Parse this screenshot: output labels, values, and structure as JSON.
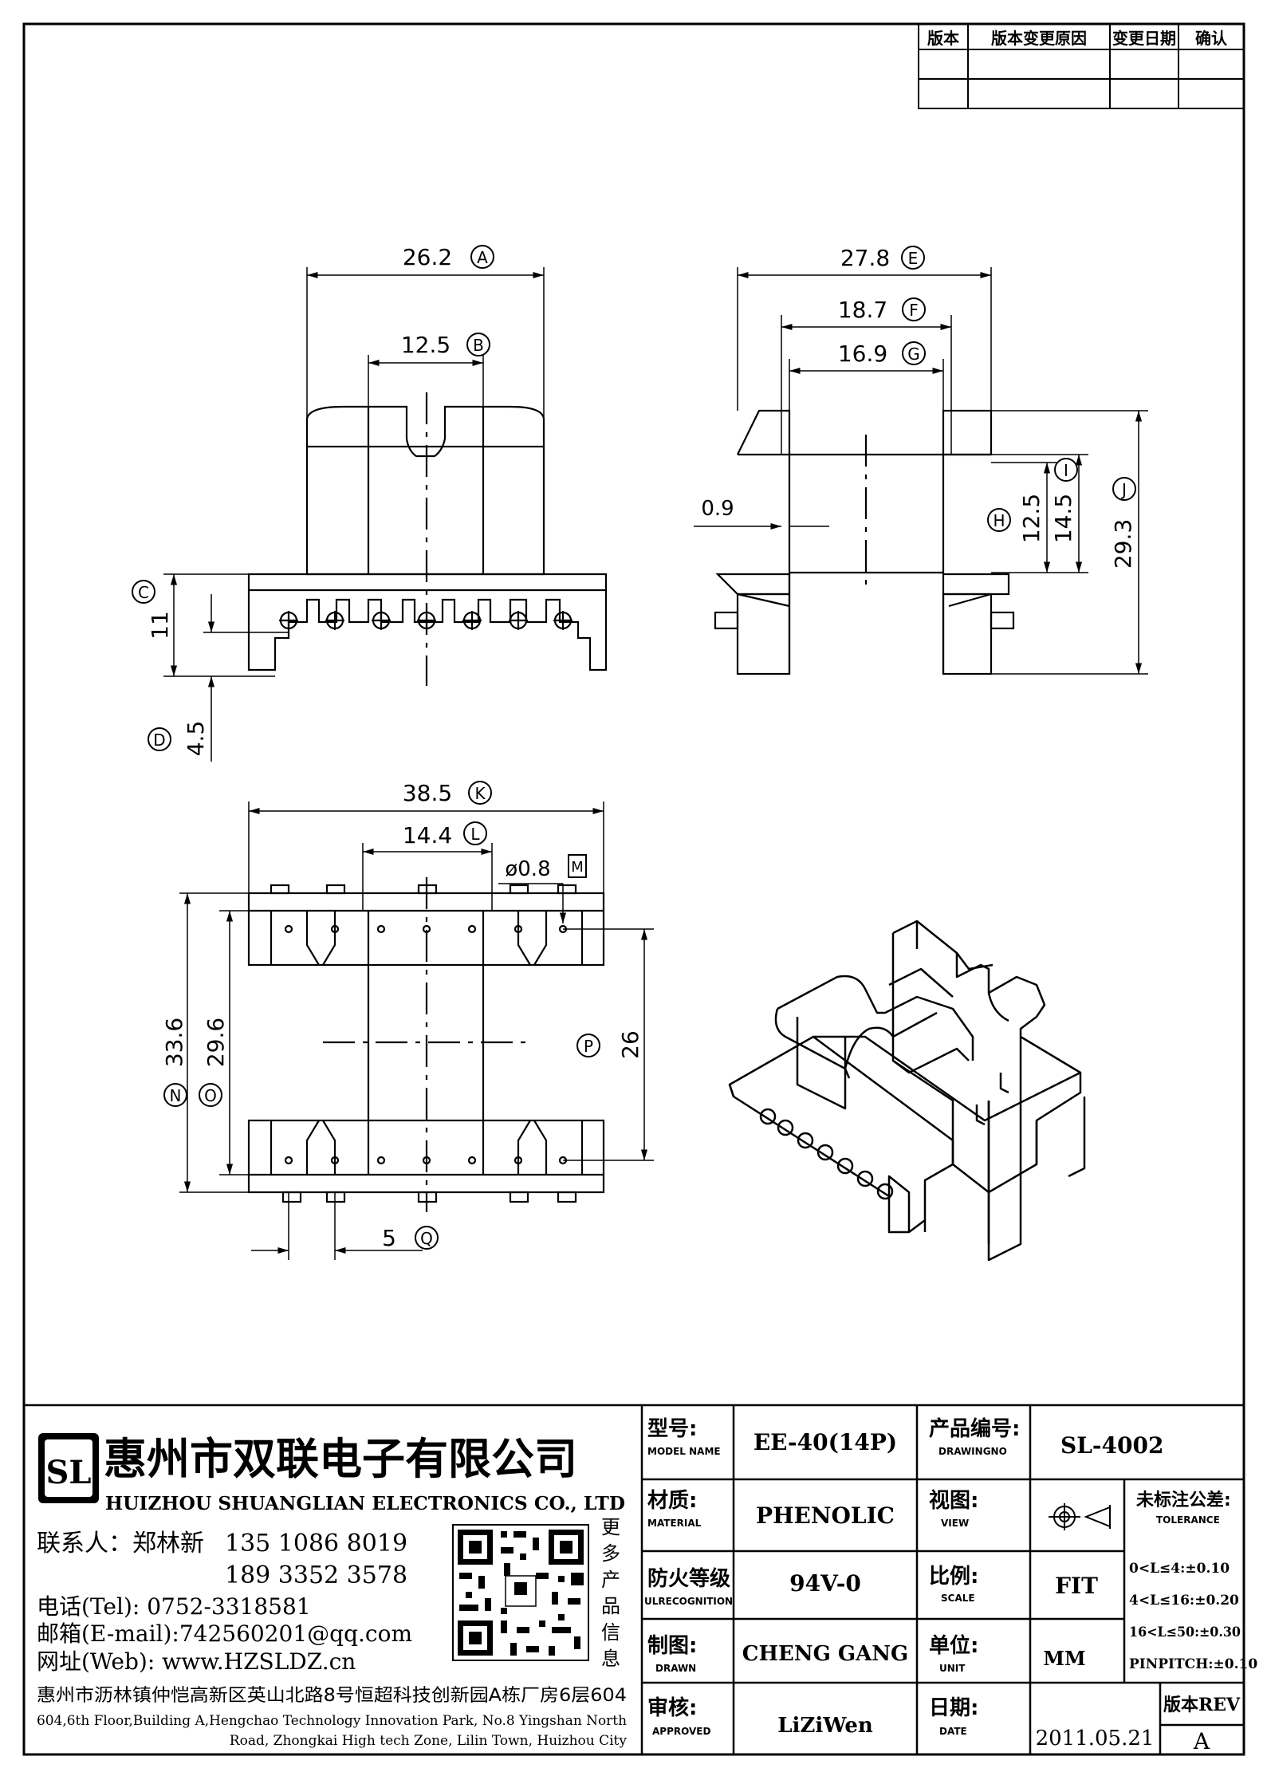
{
  "revision_table": {
    "headers": [
      "版本",
      "版本变更原因",
      "变更日期",
      "确认"
    ]
  },
  "dimensions": {
    "A": "26.2",
    "B": "12.5",
    "C": "11",
    "D": "4.5",
    "E": "27.8",
    "F": "18.7",
    "G": "16.9",
    "H": "12.5",
    "I": "14.5",
    "J": "29.3",
    "K": "38.5",
    "L": "14.4",
    "M": "ø0.8",
    "N": "33.6",
    "O": "29.6",
    "P": "26",
    "Q": "5",
    "side_wall": "0.9"
  },
  "dim_letters": [
    "A",
    "B",
    "C",
    "D",
    "E",
    "F",
    "G",
    "H",
    "I",
    "J",
    "K",
    "L",
    "M",
    "N",
    "O",
    "P",
    "Q"
  ],
  "company": {
    "logo_text": "SL",
    "name_cn": "惠州市双联电子有限公司",
    "name_en": "HUIZHOU SHUANGLIAN ELECTRONICS CO., LTD",
    "contact_label": "联系人：郑林新",
    "phone1": "135 1086 8019",
    "phone2": "189 3352 3578",
    "tel": "电话(Tel): 0752-3318581",
    "email": "邮箱(E-mail):742560201@qq.com",
    "web": "网址(Web): www.HZSLDZ.cn",
    "address_cn": "惠州市沥林镇仲恺高新区英山北路8号恒超科技创新园A栋厂房6层604",
    "address_en_1": "604,6th Floor,Building A,Hengchao Technology Innovation Park, No.8 Yingshan North",
    "address_en_2": "Road, Zhongkai High tech Zone, Lilin Town, Huizhou City",
    "qr_side_text": [
      "更",
      "多",
      "产",
      "品",
      "信",
      "息"
    ]
  },
  "title_block": {
    "model_label_cn": "型号:",
    "model_label_en": "MODEL NAME",
    "model": "EE-40(14P)",
    "drawing_label_cn": "产品编号:",
    "drawing_label_en": "DRAWINGNO",
    "drawing_no": "SL-4002",
    "material_label_cn": "材质:",
    "material_label_en": "MATERIAL",
    "material": "PHENOLIC",
    "view_label_cn": "视图:",
    "view_label_en": "VIEW",
    "tolerance_label_cn": "未标注公差:",
    "tolerance_label_en": "TOLERANCE",
    "tolerances": [
      "0<L≤4:±0.10",
      "4<L≤16:±0.20",
      "16<L≤50:±0.30",
      "PINPITCH:±0.10"
    ],
    "fire_label_cn": "防火等级",
    "fire_label_en": "ULRECOGNITION",
    "fire_rating": "94V-0",
    "scale_label_cn": "比例:",
    "scale_label_en": "SCALE",
    "scale": "FIT",
    "drawn_label_cn": "制图:",
    "drawn_label_en": "DRAWN",
    "drawn": "CHENG GANG",
    "unit_label_cn": "单位:",
    "unit_label_en": "UNIT",
    "unit": "MM",
    "approved_label_cn": "审核:",
    "approved_label_en": "APPROVED",
    "approved": "LiZiWen",
    "date_label_cn": "日期:",
    "date_label_en": "DATE",
    "date": "2011.05.21",
    "rev_label": "版本REV",
    "rev": "A"
  }
}
